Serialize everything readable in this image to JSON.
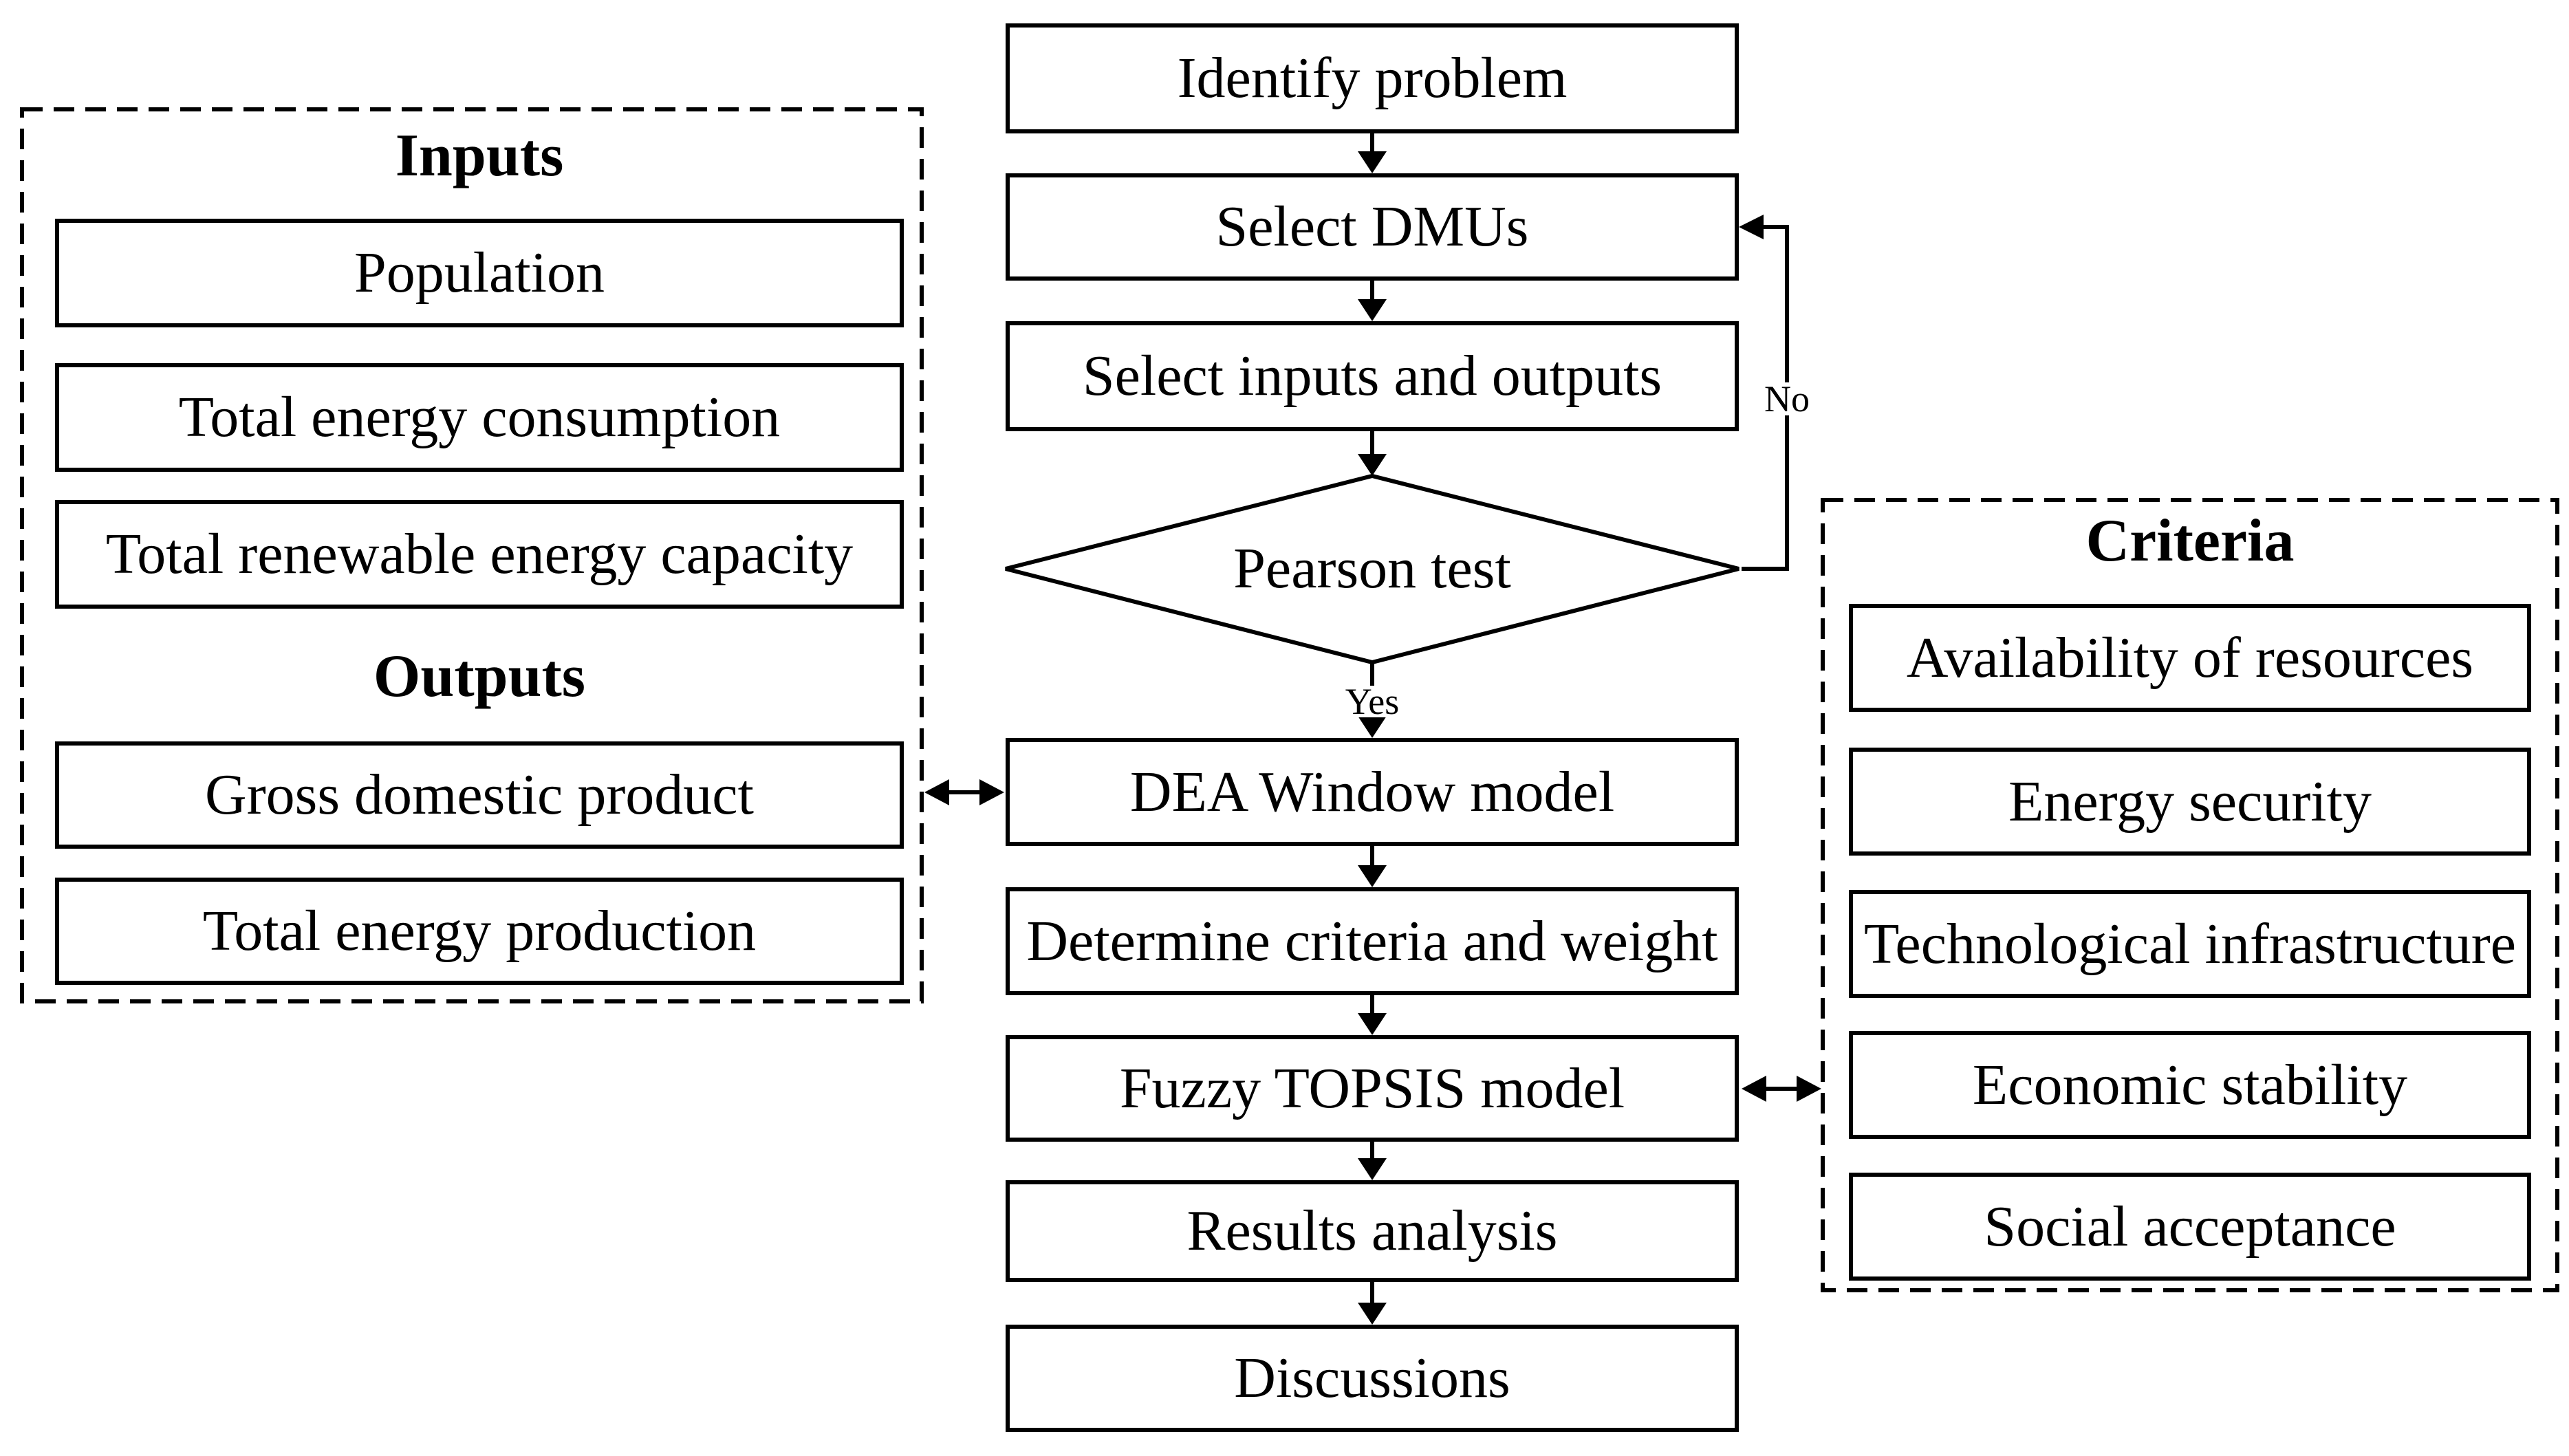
{
  "colors": {
    "line": "#000000",
    "background": "#ffffff",
    "box_fill": "#ffffff",
    "text": "#000000"
  },
  "left_panel": {
    "inputs_header": "Inputs",
    "input_items": [
      "Population",
      "Total energy consumption",
      "Total renewable energy capacity"
    ],
    "outputs_header": "Outputs",
    "output_items": [
      "Gross domestic product",
      "Total energy production"
    ]
  },
  "flow": {
    "step_identify": "Identify problem",
    "step_select_dmus": "Select DMUs",
    "step_select_io": "Select inputs and outputs",
    "decision_label": "Pearson test",
    "label_yes": "Yes",
    "label_no": "No",
    "step_dea": "DEA Window model",
    "step_criteria_weight": "Determine criteria and weight",
    "step_fuzzy": "Fuzzy TOPSIS model",
    "step_results": "Results analysis",
    "step_discussions": "Discussions"
  },
  "right_panel": {
    "header": "Criteria",
    "items": [
      "Availability of resources",
      "Energy security",
      "Technological infrastructure",
      "Economic stability",
      "Social acceptance"
    ]
  }
}
